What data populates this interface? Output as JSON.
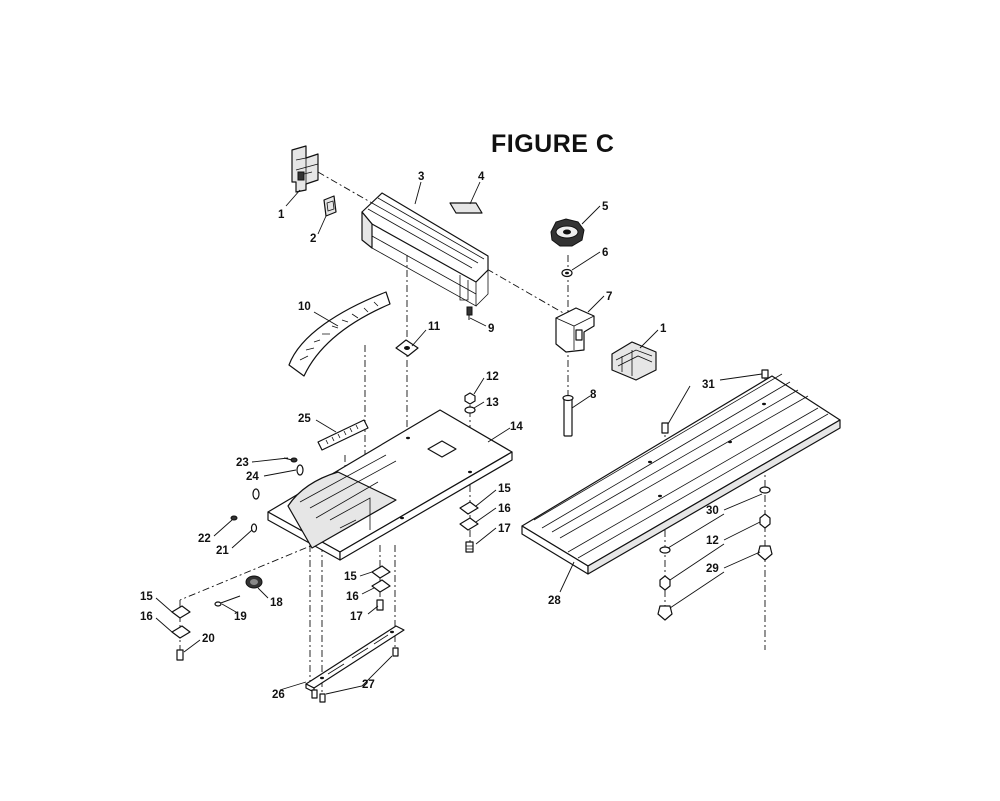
{
  "figure": {
    "title": "FIGURE C"
  },
  "callouts": [
    {
      "id": "c1a",
      "label": "1"
    },
    {
      "id": "c2",
      "label": "2"
    },
    {
      "id": "c3",
      "label": "3"
    },
    {
      "id": "c4",
      "label": "4"
    },
    {
      "id": "c5",
      "label": "5"
    },
    {
      "id": "c6",
      "label": "6"
    },
    {
      "id": "c7",
      "label": "7"
    },
    {
      "id": "c1b",
      "label": "1"
    },
    {
      "id": "c8",
      "label": "8"
    },
    {
      "id": "c9",
      "label": "9"
    },
    {
      "id": "c10",
      "label": "10"
    },
    {
      "id": "c11",
      "label": "11"
    },
    {
      "id": "c12a",
      "label": "12"
    },
    {
      "id": "c13",
      "label": "13"
    },
    {
      "id": "c14",
      "label": "14"
    },
    {
      "id": "c25",
      "label": "25"
    },
    {
      "id": "c23",
      "label": "23"
    },
    {
      "id": "c24",
      "label": "24"
    },
    {
      "id": "c15a",
      "label": "15"
    },
    {
      "id": "c16a",
      "label": "16"
    },
    {
      "id": "c17a",
      "label": "17"
    },
    {
      "id": "c22",
      "label": "22"
    },
    {
      "id": "c21",
      "label": "21"
    },
    {
      "id": "c15b",
      "label": "15"
    },
    {
      "id": "c16b",
      "label": "16"
    },
    {
      "id": "c17b",
      "label": "17"
    },
    {
      "id": "c15c",
      "label": "15"
    },
    {
      "id": "c16c",
      "label": "16"
    },
    {
      "id": "c18",
      "label": "18"
    },
    {
      "id": "c19",
      "label": "19"
    },
    {
      "id": "c20",
      "label": "20"
    },
    {
      "id": "c26",
      "label": "26"
    },
    {
      "id": "c27",
      "label": "27"
    },
    {
      "id": "c31",
      "label": "31"
    },
    {
      "id": "c30",
      "label": "30"
    },
    {
      "id": "c12b",
      "label": "12"
    },
    {
      "id": "c29",
      "label": "29"
    },
    {
      "id": "c28",
      "label": "28"
    }
  ]
}
